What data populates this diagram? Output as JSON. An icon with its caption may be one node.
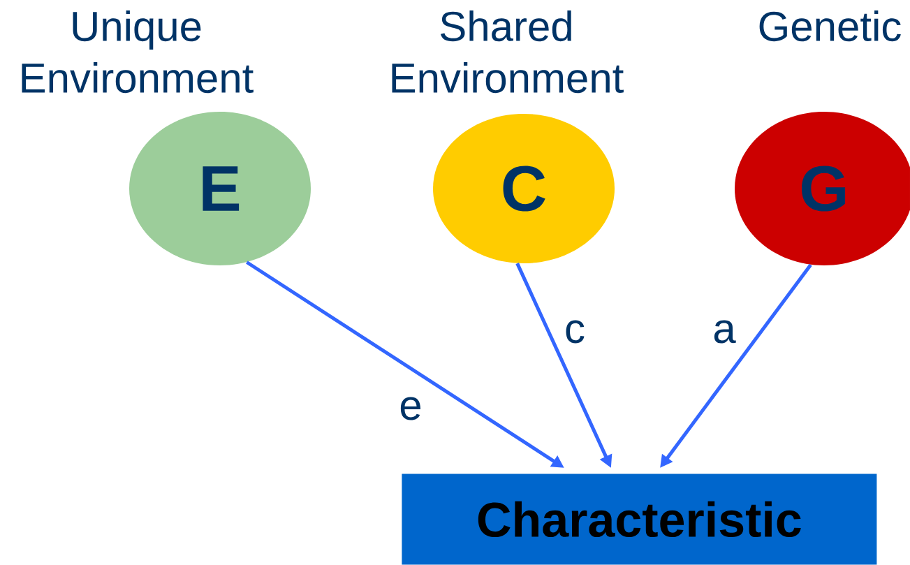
{
  "diagram": {
    "nodes": [
      {
        "text": [
          "Unique Environment",
          "E"
        ]
      },
      {
        "text": [
          "Shared Environment",
          "C"
        ]
      },
      {
        "text": [
          "Genetic",
          "G"
        ]
      },
      {
        "text": [
          "Characteristic"
        ]
      }
    ],
    "edges": [
      {
        "from": 0,
        "to": 3,
        "arrow": "to",
        "label": "e"
      },
      {
        "from": 1,
        "to": 3,
        "arrow": "to",
        "label": "c"
      },
      {
        "from": 2,
        "to": 3,
        "arrow": "to",
        "label": "a"
      }
    ]
  }
}
